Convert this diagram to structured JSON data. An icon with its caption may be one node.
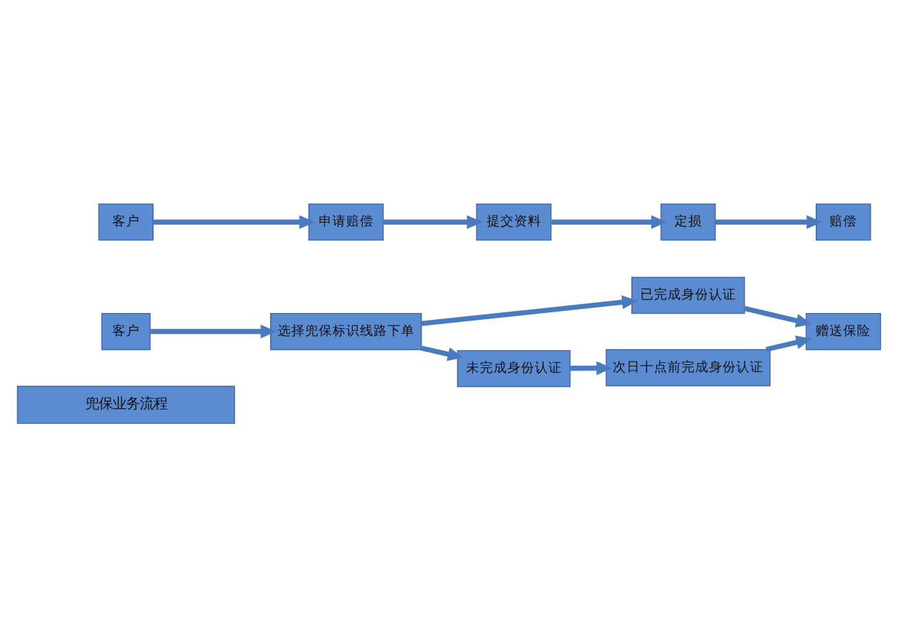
{
  "diagram": {
    "nodes": [
      {
        "text": [
          "兜保业务流程"
        ]
      },
      {
        "text": [
          "客户"
        ]
      },
      {
        "text": [
          "选择兜保标识线路下单"
        ]
      },
      {
        "text": [
          "已完成身份认证"
        ]
      },
      {
        "text": [
          "未完成身份认证"
        ]
      },
      {
        "text": [
          "赠送保险"
        ]
      },
      {
        "text": [
          "次日十点前完成身份认证"
        ]
      },
      {
        "text": [
          "客户"
        ]
      },
      {
        "text": [
          "申请赔偿"
        ]
      },
      {
        "text": [
          "提交资料"
        ]
      },
      {
        "text": [
          "定损"
        ]
      },
      {
        "text": [
          "赔偿"
        ]
      }
    ],
    "edges": [
      {
        "from": 1,
        "to": 2,
        "arrow": "to"
      },
      {
        "from": 2,
        "to": 3,
        "arrow": "to"
      },
      {
        "from": 2,
        "to": 4,
        "arrow": "to"
      },
      {
        "from": 3,
        "to": 5,
        "arrow": "to"
      },
      {
        "from": 4,
        "to": 6,
        "arrow": "to"
      },
      {
        "from": 6,
        "to": 5,
        "arrow": "to"
      },
      {
        "from": 7,
        "to": 8,
        "arrow": "to"
      },
      {
        "from": 8,
        "to": 9,
        "arrow": "to"
      },
      {
        "from": 9,
        "to": 10,
        "arrow": "to"
      },
      {
        "from": 10,
        "to": 11,
        "arrow": "to"
      }
    ]
  }
}
